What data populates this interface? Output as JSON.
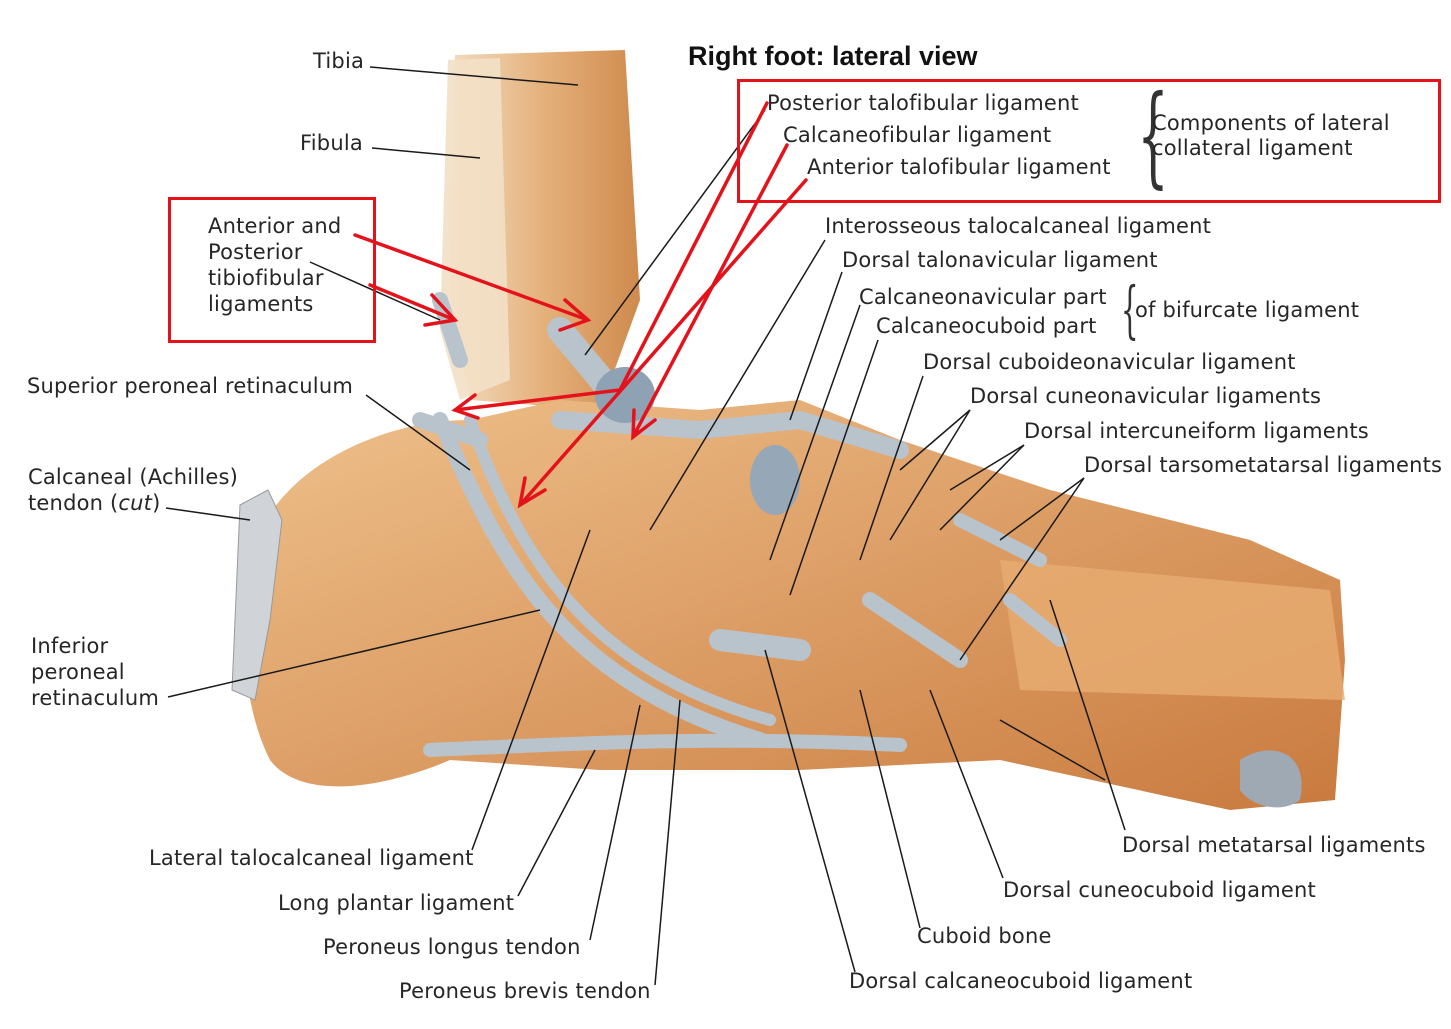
{
  "title": "Right foot: lateral view",
  "colors": {
    "annotation_red": "#e3121b",
    "bone": "#d9985e",
    "ligament": "#b9c3cc",
    "leader": "#1a1a1a"
  },
  "labels": {
    "tibia": "Tibia",
    "fibula": "Fibula",
    "tibiofibular": [
      "Anterior and",
      "Posterior",
      "tibiofibular",
      "ligaments"
    ],
    "posterior_talofibular": "Posterior talofibular ligament",
    "calcaneofibular": "Calcaneofibular ligament",
    "anterior_talofibular": "Anterior talofibular ligament",
    "lateral_collateral": [
      "Components of lateral",
      "collateral ligament"
    ],
    "interosseous_talocalcaneal": "Interosseous talocalcaneal ligament",
    "dorsal_talonavicular": "Dorsal talonavicular ligament",
    "calcaneonavicular_part": "Calcaneonavicular part",
    "calcaneocuboid_part": "Calcaneocuboid part",
    "bifurcate": "of bifurcate ligament",
    "dorsal_cuboideonavicular": "Dorsal cuboideonavicular ligament",
    "dorsal_cuneonavicular": "Dorsal cuneonavicular ligaments",
    "dorsal_intercuneiform": "Dorsal intercuneiform ligaments",
    "dorsal_tarsometatarsal": "Dorsal tarsometatarsal ligaments",
    "superior_peroneal_retinaculum": "Superior peroneal retinaculum",
    "calcaneal_tendon": [
      "Calcaneal (Achilles)",
      "tendon (",
      "cut",
      ")"
    ],
    "inferior_peroneal_retinaculum": [
      "Inferior",
      "peroneal",
      "retinaculum"
    ],
    "lateral_talocalcaneal": "Lateral talocalcaneal ligament",
    "long_plantar": "Long plantar ligament",
    "peroneus_longus": "Peroneus longus tendon",
    "peroneus_brevis": "Peroneus brevis tendon",
    "cuboid_bone": "Cuboid bone",
    "dorsal_calcaneocuboid": "Dorsal calcaneocuboid ligament",
    "dorsal_cuneocuboid": "Dorsal cuneocuboid ligament",
    "dorsal_metatarsal": "Dorsal metatarsal ligaments"
  }
}
